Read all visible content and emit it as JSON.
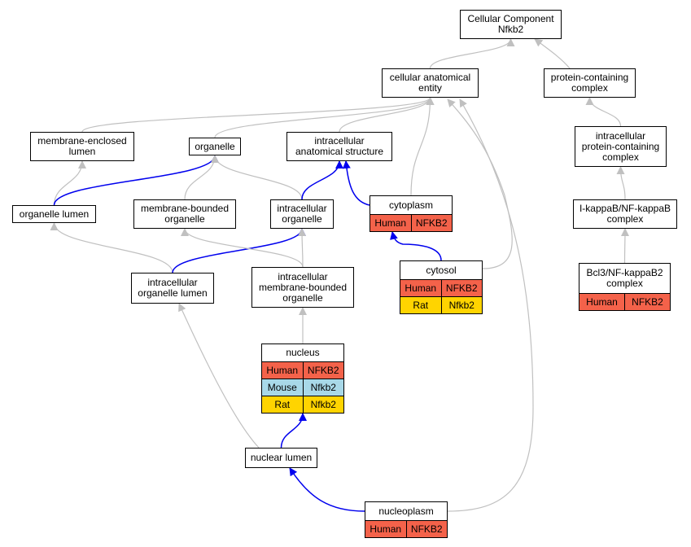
{
  "colors": {
    "human": "#f4624a",
    "mouse": "#a8d8e8",
    "rat": "#ffd400",
    "edge_gray": "#c0c0c0",
    "edge_blue": "#0000ee"
  },
  "nodes": {
    "cellular_component": {
      "label": "Cellular Component\nNfkb2"
    },
    "cellular_anatomical_entity": {
      "label": "cellular anatomical\nentity"
    },
    "protein_containing_complex": {
      "label": "protein-containing\ncomplex"
    },
    "membrane_enclosed_lumen": {
      "label": "membrane-enclosed\nlumen"
    },
    "organelle": {
      "label": "organelle"
    },
    "intracellular_anatomical_structure": {
      "label": "intracellular\nanatomical structure"
    },
    "intracellular_protein_containing_complex": {
      "label": "intracellular\nprotein-containing\ncomplex"
    },
    "organelle_lumen": {
      "label": "organelle lumen"
    },
    "membrane_bounded_organelle": {
      "label": "membrane-bounded\norganelle"
    },
    "intracellular_organelle": {
      "label": "intracellular\norganelle"
    },
    "cytoplasm": {
      "label": "cytoplasm",
      "rows": [
        {
          "species": "Human",
          "gene": "NFKB2"
        }
      ]
    },
    "ikappab_nfkappab_complex": {
      "label": "I-kappaB/NF-kappaB\ncomplex"
    },
    "cytosol": {
      "label": "cytosol",
      "rows": [
        {
          "species": "Human",
          "gene": "NFKB2"
        },
        {
          "species": "Rat",
          "gene": "Nfkb2"
        }
      ]
    },
    "bcl3_nfkappab2_complex": {
      "label": "Bcl3/NF-kappaB2\ncomplex",
      "rows": [
        {
          "species": "Human",
          "gene": "NFKB2"
        }
      ]
    },
    "intracellular_organelle_lumen": {
      "label": "intracellular\norganelle lumen"
    },
    "intracellular_membrane_bounded_organelle": {
      "label": "intracellular\nmembrane-bounded\norganelle"
    },
    "nucleus": {
      "label": "nucleus",
      "rows": [
        {
          "species": "Human",
          "gene": "NFKB2"
        },
        {
          "species": "Mouse",
          "gene": "Nfkb2"
        },
        {
          "species": "Rat",
          "gene": "Nfkb2"
        }
      ]
    },
    "nuclear_lumen": {
      "label": "nuclear lumen"
    },
    "nucleoplasm": {
      "label": "nucleoplasm",
      "rows": [
        {
          "species": "Human",
          "gene": "NFKB2"
        }
      ]
    }
  },
  "edges": [
    {
      "from": "cellular_anatomical_entity",
      "to": "cellular_component",
      "type": "is_a"
    },
    {
      "from": "protein_containing_complex",
      "to": "cellular_component",
      "type": "is_a"
    },
    {
      "from": "membrane_enclosed_lumen",
      "to": "cellular_anatomical_entity",
      "type": "is_a"
    },
    {
      "from": "organelle",
      "to": "cellular_anatomical_entity",
      "type": "is_a"
    },
    {
      "from": "intracellular_anatomical_structure",
      "to": "cellular_anatomical_entity",
      "type": "is_a"
    },
    {
      "from": "cytoplasm",
      "to": "cellular_anatomical_entity",
      "type": "is_a"
    },
    {
      "from": "cytosol",
      "to": "cellular_anatomical_entity",
      "type": "is_a"
    },
    {
      "from": "nucleoplasm",
      "to": "cellular_anatomical_entity",
      "type": "is_a"
    },
    {
      "from": "intracellular_protein_containing_complex",
      "to": "protein_containing_complex",
      "type": "is_a"
    },
    {
      "from": "ikappab_nfkappab_complex",
      "to": "intracellular_protein_containing_complex",
      "type": "is_a"
    },
    {
      "from": "bcl3_nfkappab2_complex",
      "to": "ikappab_nfkappab_complex",
      "type": "is_a"
    },
    {
      "from": "organelle_lumen",
      "to": "membrane_enclosed_lumen",
      "type": "is_a"
    },
    {
      "from": "organelle_lumen",
      "to": "organelle",
      "type": "part_of"
    },
    {
      "from": "membrane_bounded_organelle",
      "to": "organelle",
      "type": "is_a"
    },
    {
      "from": "intracellular_organelle",
      "to": "organelle",
      "type": "is_a"
    },
    {
      "from": "intracellular_organelle",
      "to": "intracellular_anatomical_structure",
      "type": "part_of"
    },
    {
      "from": "cytoplasm",
      "to": "intracellular_anatomical_structure",
      "type": "part_of"
    },
    {
      "from": "cytosol",
      "to": "cytoplasm",
      "type": "part_of"
    },
    {
      "from": "intracellular_organelle_lumen",
      "to": "organelle_lumen",
      "type": "is_a"
    },
    {
      "from": "intracellular_organelle_lumen",
      "to": "intracellular_organelle",
      "type": "part_of"
    },
    {
      "from": "intracellular_membrane_bounded_organelle",
      "to": "membrane_bounded_organelle",
      "type": "is_a"
    },
    {
      "from": "intracellular_membrane_bounded_organelle",
      "to": "intracellular_organelle",
      "type": "is_a"
    },
    {
      "from": "nucleus",
      "to": "intracellular_membrane_bounded_organelle",
      "type": "is_a"
    },
    {
      "from": "nuclear_lumen",
      "to": "intracellular_organelle_lumen",
      "type": "is_a"
    },
    {
      "from": "nuclear_lumen",
      "to": "nucleus",
      "type": "part_of"
    },
    {
      "from": "nucleoplasm",
      "to": "nuclear_lumen",
      "type": "part_of"
    }
  ]
}
